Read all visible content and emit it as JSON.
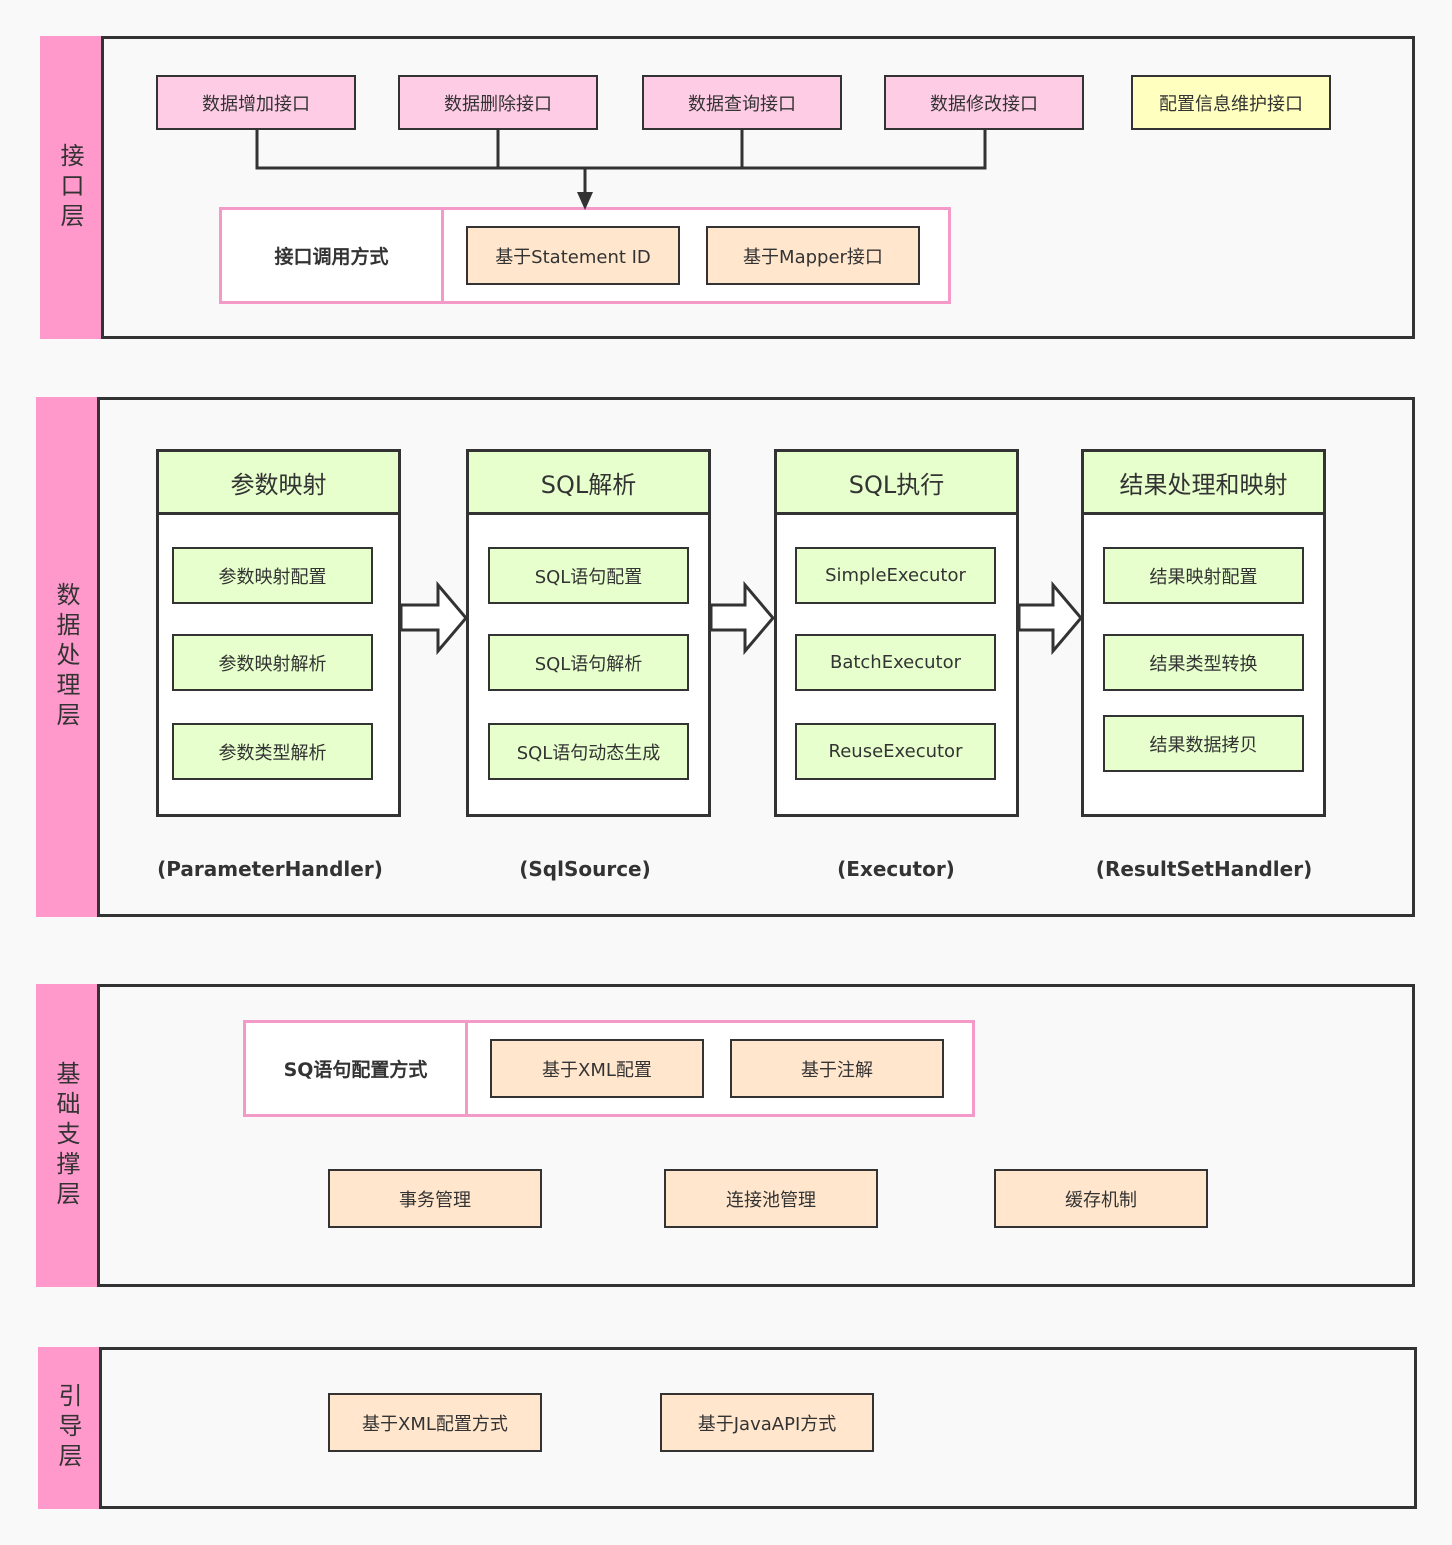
{
  "interface_layer": {
    "title": "接口层",
    "apis": [
      "数据增加接口",
      "数据删除接口",
      "数据查询接口",
      "数据修改接口"
    ],
    "config_api": "配置信息维护接口",
    "invocation": {
      "label": "接口调用方式",
      "options": [
        "基于Statement ID",
        "基于Mapper接口"
      ]
    }
  },
  "data_layer": {
    "title": "数据处理层",
    "stages": [
      {
        "title": "参数映射",
        "items": [
          "参数映射配置",
          "参数映射解析",
          "参数类型解析"
        ],
        "caption": "(ParameterHandler)"
      },
      {
        "title": "SQL解析",
        "items": [
          "SQL语句配置",
          "SQL语句解析",
          "SQL语句动态生成"
        ],
        "caption": "(SqlSource)"
      },
      {
        "title": "SQL执行",
        "items": [
          "SimpleExecutor",
          "BatchExecutor",
          "ReuseExecutor"
        ],
        "caption": "(Executor)"
      },
      {
        "title": "结果处理和映射",
        "items": [
          "结果映射配置",
          "结果类型转换",
          "结果数据拷贝"
        ],
        "caption": "(ResultSetHandler)"
      }
    ]
  },
  "support_layer": {
    "title": "基础支撑层",
    "sql_config": {
      "label": "SQ语句配置方式",
      "options": [
        "基于XML配置",
        "基于注解"
      ]
    },
    "services": [
      "事务管理",
      "连接池管理",
      "缓存机制"
    ]
  },
  "boot_layer": {
    "title": "引导层",
    "options": [
      "基于XML配置方式",
      "基于JavaAPI方式"
    ]
  },
  "colors": {
    "side": "#ff99cc",
    "pink": "#ffcce6",
    "yellow": "#ffffc0",
    "peach": "#ffe6cc",
    "green": "#e6ffcc",
    "group_border": "#f39ac8"
  }
}
